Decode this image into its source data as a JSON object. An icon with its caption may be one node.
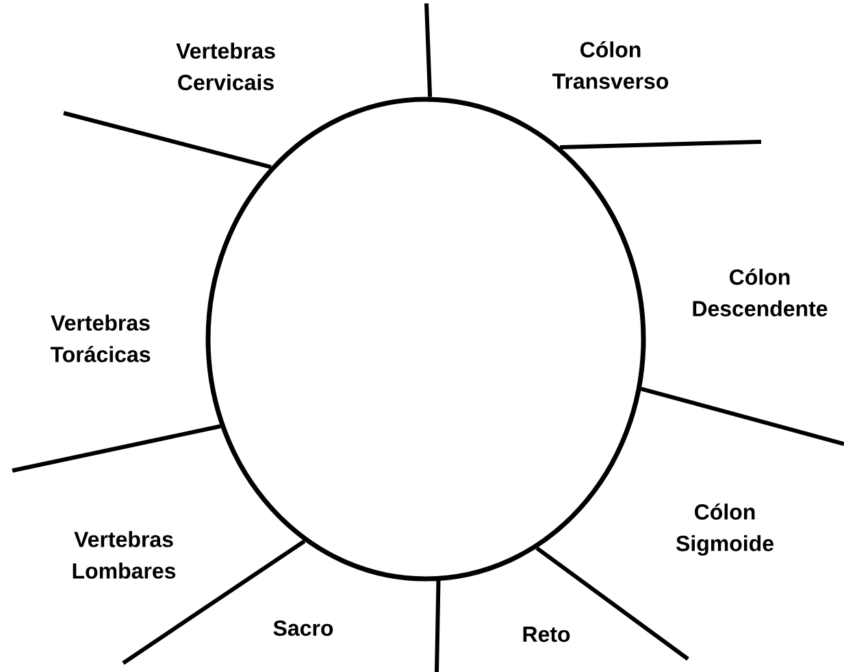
{
  "diagram": {
    "nodes": [
      {
        "text": [],
        "shape": "circle"
      }
    ],
    "labels": [
      "Vertebras Cervicais",
      "Cólon Transverso",
      "Cólon Descendente",
      "Vertebras Torácicas",
      "Cólon Sigmoide",
      "Vertebras Lombares",
      "Sacro",
      "Reto"
    ]
  }
}
